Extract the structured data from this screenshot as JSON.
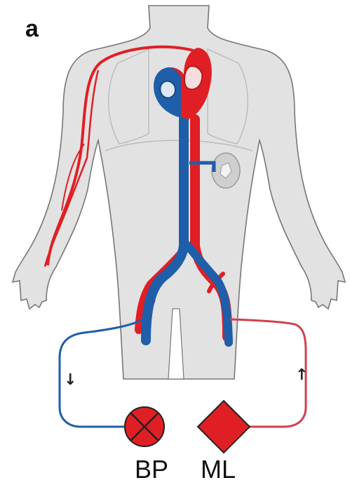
{
  "panel_label": "a",
  "components": {
    "blood_pump": {
      "label": "BP",
      "icon": "pump-circle-x-icon",
      "color": "#e01f25"
    },
    "membrane_lung": {
      "label": "ML",
      "icon": "diamond-icon",
      "color": "#e01f25"
    }
  },
  "flow_arrows": {
    "drainage": "↓",
    "return": "↑"
  },
  "colors": {
    "arterial": "#e01f25",
    "venous": "#1f5ea8",
    "body_fill": "#e2e2e2",
    "body_outline": "#777777"
  }
}
